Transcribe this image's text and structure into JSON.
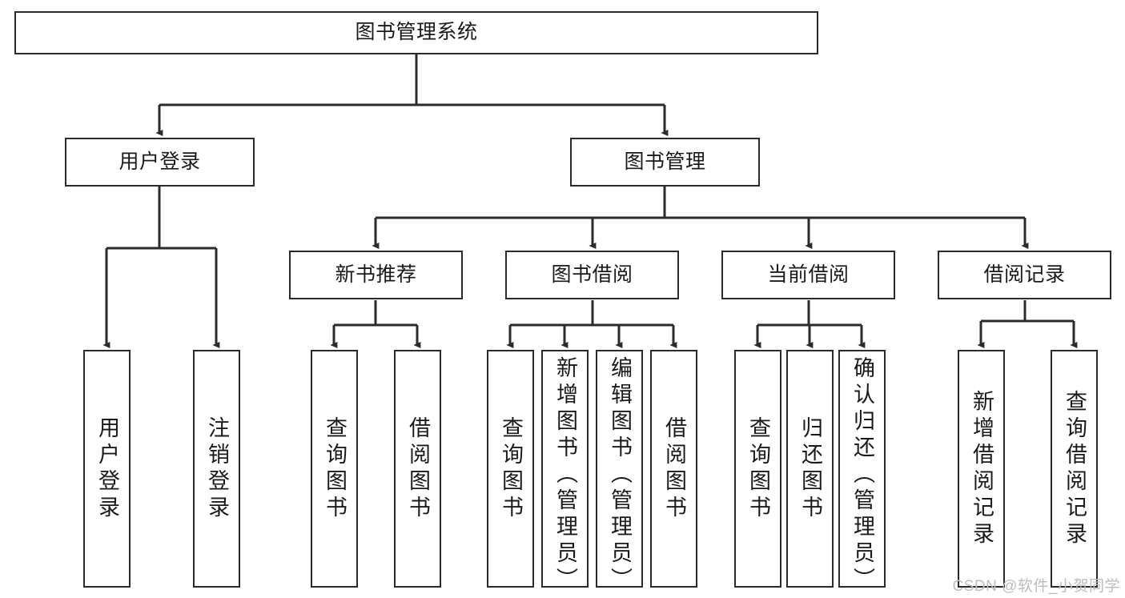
{
  "diagram": {
    "type": "hierarchy-tree",
    "title": "图书管理系统",
    "colors": {
      "box_border": "#2b2b2b",
      "connector": "#2b2b2b",
      "background": "#ffffff",
      "text": "#1a1a1a",
      "watermark": "#bdbdbd"
    },
    "root": {
      "label": "图书管理系统"
    },
    "level2": [
      {
        "label": "用户登录"
      },
      {
        "label": "图书管理"
      }
    ],
    "level3": [
      {
        "label": "新书推荐"
      },
      {
        "label": "图书借阅"
      },
      {
        "label": "当前借阅"
      },
      {
        "label": "借阅记录"
      }
    ],
    "leaves": {
      "user_login": [
        {
          "label": "用户登录"
        },
        {
          "label": "注销登录"
        }
      ],
      "new_book_recommend": [
        {
          "label": "查询图书"
        },
        {
          "label": "借阅图书"
        }
      ],
      "book_borrow": [
        {
          "label": "查询图书"
        },
        {
          "label": "新增图书（管理员）"
        },
        {
          "label": "编辑图书（管理员）"
        },
        {
          "label": "借阅图书"
        }
      ],
      "current_borrow": [
        {
          "label": "查询图书"
        },
        {
          "label": "归还图书"
        },
        {
          "label": "确认归还（管理员）"
        }
      ],
      "borrow_record": [
        {
          "label": "新增借阅记录"
        },
        {
          "label": "查询借阅记录"
        }
      ]
    }
  },
  "watermark": {
    "text": "CSDN @软件_小贺同学"
  }
}
